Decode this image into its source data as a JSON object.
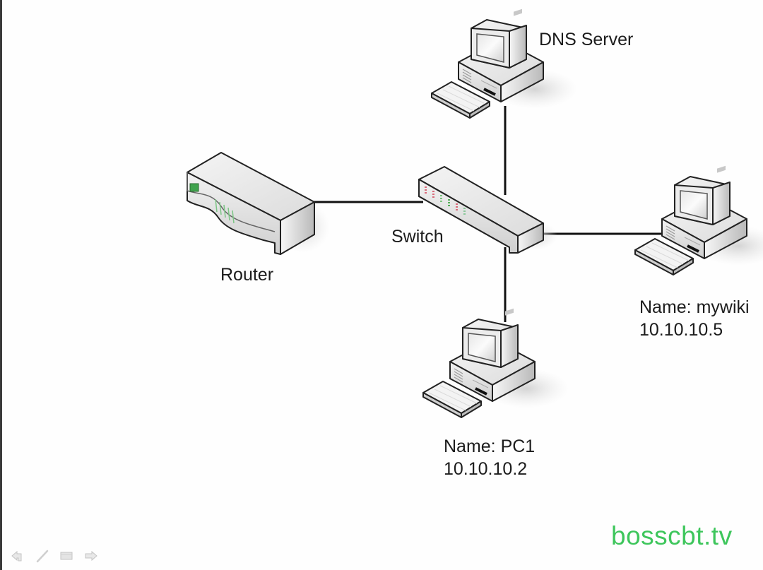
{
  "diagram": {
    "title": "Network topology",
    "nodes": {
      "router": {
        "type": "router",
        "label": "Router"
      },
      "switch": {
        "type": "switch",
        "label": "Switch"
      },
      "dns_server": {
        "type": "computer",
        "label": "DNS Server"
      },
      "mywiki": {
        "type": "computer",
        "name_line": "Name: mywiki",
        "ip_line": "10.10.10.5"
      },
      "pc1": {
        "type": "computer",
        "name_line": "Name: PC1",
        "ip_line": "10.10.10.2"
      }
    },
    "edges": [
      {
        "from": "router",
        "to": "switch"
      },
      {
        "from": "switch",
        "to": "dns_server"
      },
      {
        "from": "switch",
        "to": "mywiki"
      },
      {
        "from": "switch",
        "to": "pc1"
      }
    ],
    "switch_leds": [
      "#d96a7a",
      "#d96a7a",
      "#7bc47f",
      "#57b05c",
      "#d96a7a",
      "#8ac79a"
    ],
    "router_led": "#3fa34d"
  },
  "watermark": {
    "text": "bosscbt.tv",
    "color": "#3ec65c"
  },
  "nav": {
    "icons": [
      "previous-slide-icon",
      "pen-icon",
      "slide-menu-icon",
      "next-slide-icon"
    ]
  }
}
